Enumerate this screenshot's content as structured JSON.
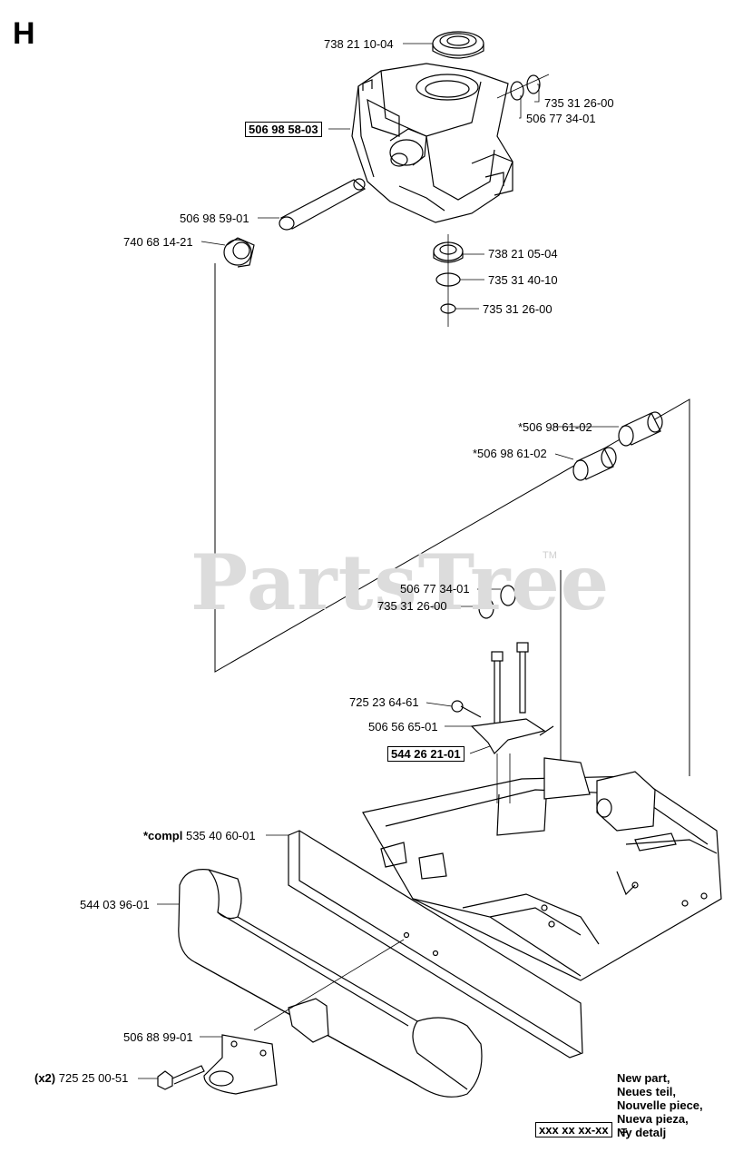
{
  "section_letter": "H",
  "watermark": "PartsTree",
  "watermark_tm": "TM",
  "parts": [
    {
      "id": "p1",
      "text": "738 21 10-04"
    },
    {
      "id": "p2",
      "text": "735 31 26-00"
    },
    {
      "id": "p3",
      "text": "506 77 34-01"
    },
    {
      "id": "p4",
      "text": "506 98 58-03",
      "boxed": true
    },
    {
      "id": "p5",
      "text": "506 98 59-01"
    },
    {
      "id": "p6",
      "text": "740 68 14-21"
    },
    {
      "id": "p7",
      "text": "738 21 05-04"
    },
    {
      "id": "p8",
      "text": "735 31 40-10"
    },
    {
      "id": "p9",
      "text": "735 31 26-00"
    },
    {
      "id": "p10",
      "text": "*506 98 61-02"
    },
    {
      "id": "p11",
      "text": "*506 98 61-02"
    },
    {
      "id": "p12",
      "text": "506 77 34-01"
    },
    {
      "id": "p13",
      "text": "735 31 26-00"
    },
    {
      "id": "p14",
      "text": "725 23 64-61"
    },
    {
      "id": "p15",
      "text": "506 56 65-01"
    },
    {
      "id": "p16",
      "text": "544 26 21-01",
      "boxed": true
    },
    {
      "id": "p17",
      "prefix": "*compl",
      "text": "535 40 60-01"
    },
    {
      "id": "p18",
      "text": "544 03 96-01"
    },
    {
      "id": "p19",
      "text": "506 88 99-01"
    },
    {
      "id": "p20",
      "prefix": "(x2)",
      "text": "725 25 00-51"
    }
  ],
  "legend": {
    "lines": [
      "New part,",
      "Neues teil,",
      "Nouvelle piece,",
      "Nueva pieza,",
      "Ny detalj"
    ],
    "box_text": "xxx xx xx-xx",
    "equals": "="
  }
}
